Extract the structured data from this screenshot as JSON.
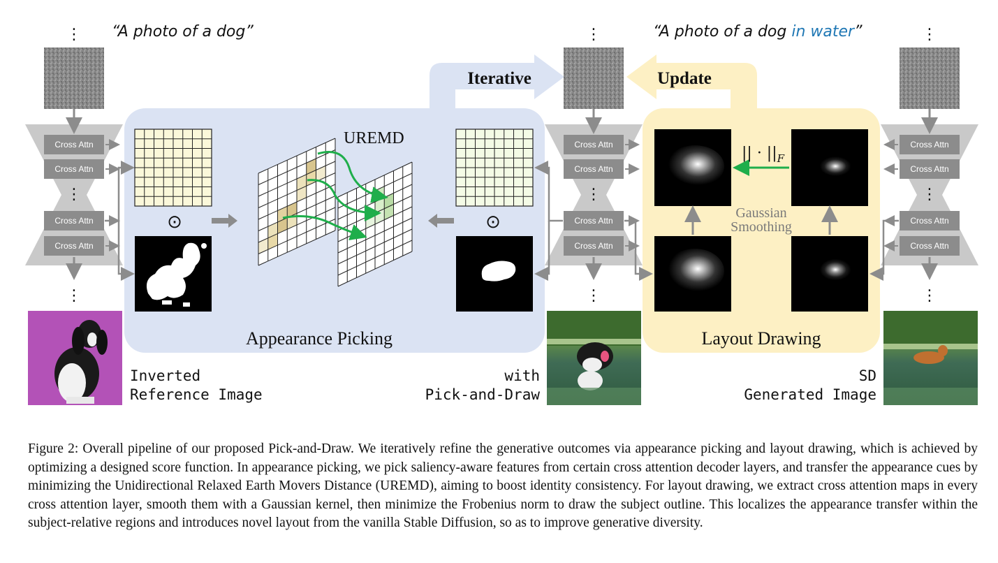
{
  "prompts": {
    "left_text": "“A photo of a dog”",
    "right_prefix": "“A photo of a dog ",
    "right_highlight": "in water",
    "right_suffix": "”",
    "highlight_color": "#1f77b4"
  },
  "cross_attn_label": "Cross Attn",
  "ellipsis": "⋮",
  "arrows": {
    "iterative": "Iterative",
    "update": "Update"
  },
  "appearance_panel": {
    "title": "Appearance Picking",
    "uremd": "UREMD",
    "odot": "⊙"
  },
  "layout_panel": {
    "title": "Layout Drawing",
    "norm": "|| · ||",
    "norm_sub": "F",
    "gaussian_line1": "Gaussian",
    "gaussian_line2": "Smoothing"
  },
  "labels": {
    "inverted_line1": "Inverted",
    "inverted_line2": "Reference Image",
    "with_line1": "with",
    "with_line2": "Pick-and-Draw",
    "sd_line1": "SD",
    "sd_line2": "Generated Image"
  },
  "colors": {
    "appearance_bg": "#dbe3f3",
    "layout_bg": "#fdf0c4",
    "unet_gray": "#c9c9c9",
    "block_gray": "#8c8c8c",
    "green": "#1fae4b",
    "purple_bg": "#b352b7"
  },
  "caption": "Figure 2: Overall pipeline of our proposed Pick-and-Draw. We iteratively refine the generative outcomes via appearance picking and layout drawing, which is achieved by optimizing a designed score function. In appearance picking, we pick saliency-aware features from certain cross attention decoder layers, and transfer the appearance cues by minimizing the Unidirectional Relaxed Earth Movers Distance (UREMD), aiming to boost identity consistency. For layout drawing, we extract cross attention maps in every cross attention layer, smooth them with a Gaussian kernel, then minimize the Frobenius norm to draw the subject outline. This localizes the appearance transfer within the subject-relative regions and introduces novel layout from the vanilla Stable Diffusion, so as to improve generative diversity."
}
